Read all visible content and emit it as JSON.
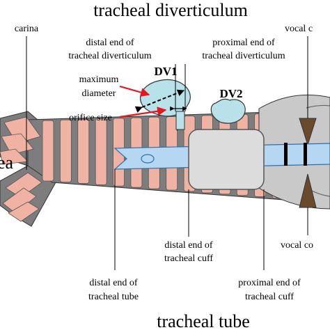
{
  "title_top": "tracheal diverticulum",
  "title_bottom": "tracheal tube",
  "labels": {
    "carina": "carina",
    "trachea_partial": "ea",
    "vocal_top": "vocal c",
    "vocal_bottom": "vocal co",
    "distal_div_1": "distal end of",
    "distal_div_2": "tracheal diverticulum",
    "proximal_div_1": "proximal end of",
    "proximal_div_2": "tracheal diverticulum",
    "max_diam_1": "maximum",
    "max_diam_2": "diameter",
    "orifice": "orifice size",
    "dv1": "DV1",
    "dv2": "DV2",
    "distal_cuff_1": "distal end of",
    "distal_cuff_2": "tracheal cuff",
    "distal_tube_1": "distal end of",
    "distal_tube_2": "tracheal tube",
    "proximal_cuff_1": "proximal end of",
    "proximal_cuff_2": "tracheal cuff"
  },
  "colors": {
    "cartilage": "#f0b3a3",
    "membrane": "#7d7d7d",
    "tube": "#b5d7f2",
    "cuff": "#dcdcdc",
    "diverticulum": "#b9e1ea",
    "larynx": "#c9c9c9",
    "arrow": "#e8141e"
  }
}
